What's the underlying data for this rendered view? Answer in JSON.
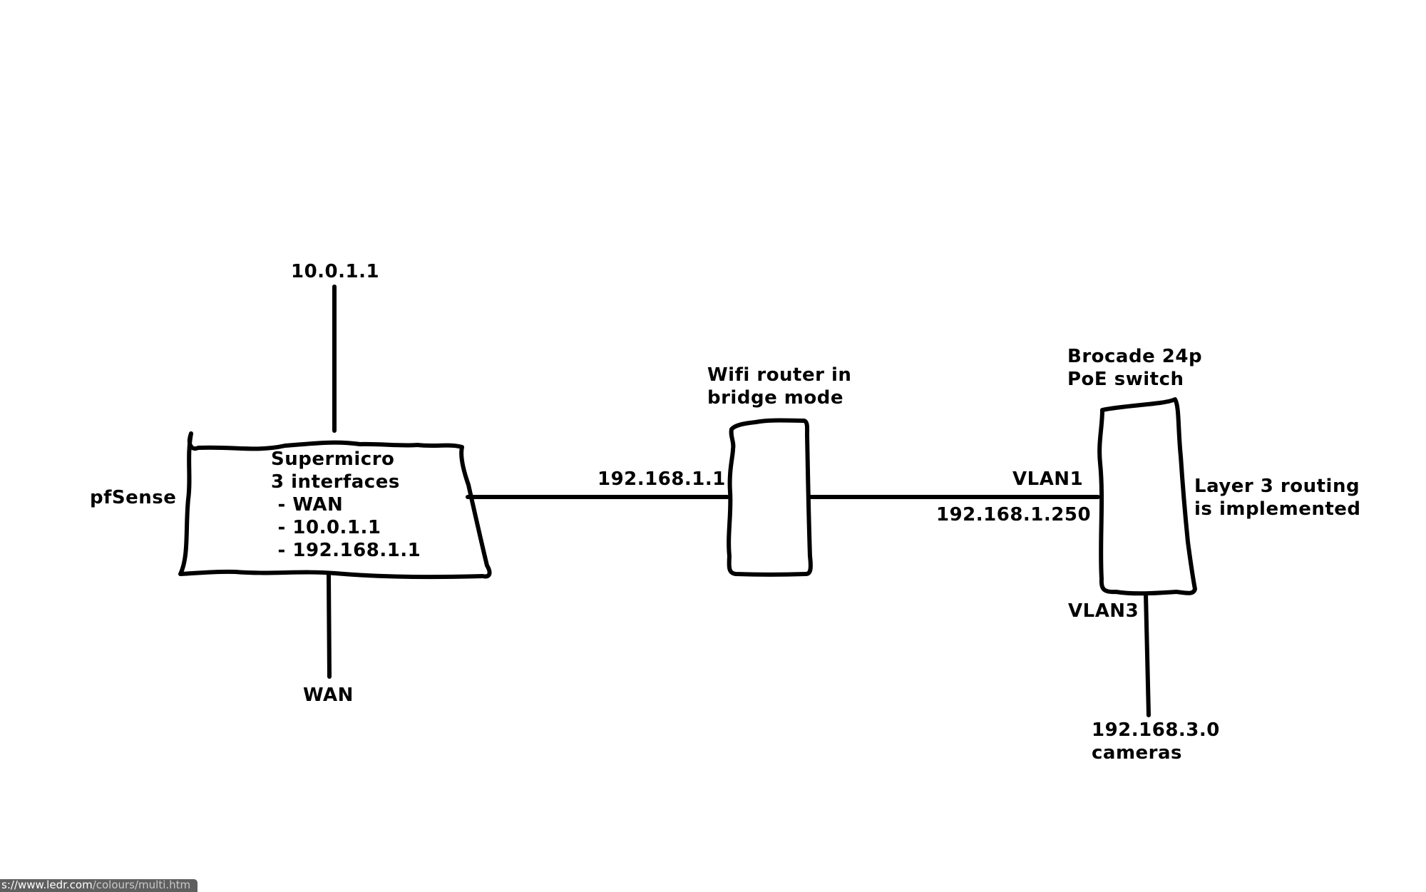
{
  "labels": {
    "pfsense": "pfSense",
    "top_ip": "10.0.1.1",
    "supermicro": "Supermicro\n3 interfaces\n - WAN\n - 10.0.1.1\n - 192.168.1.1",
    "wan": "WAN",
    "link_ip": "192.168.1.1",
    "wifi_router": "Wifi router in\nbridge mode",
    "vlan1": "VLAN1",
    "switch_ip": "192.168.1.250",
    "brocade": "Brocade 24p\nPoE switch",
    "layer3": "Layer 3 routing\nis implemented",
    "vlan3": "VLAN3",
    "cameras": "192.168.3.0\ncameras"
  },
  "status_bar": {
    "url_prefix": "s://www.ledr.com",
    "url_suffix": "/colours/multi.htm"
  },
  "colors": {
    "ink": "#000000",
    "background": "#ffffff",
    "tooltip_bg": "#5f5f5f"
  }
}
